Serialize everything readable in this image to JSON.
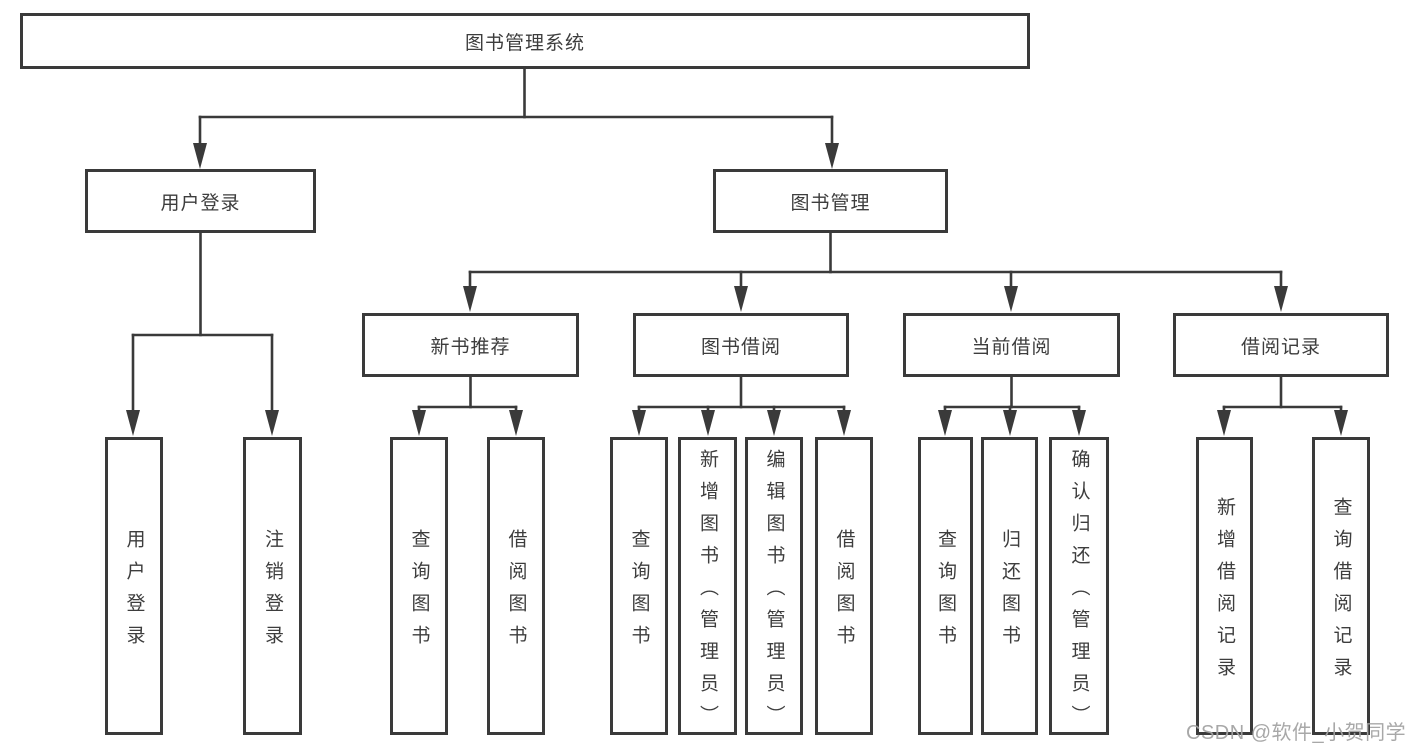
{
  "tree": {
    "root": {
      "label": "图书管理系统"
    },
    "branches": [
      {
        "label": "用户登录",
        "children": [
          {
            "label": "用户登录"
          },
          {
            "label": "注销登录"
          }
        ]
      },
      {
        "label": "图书管理",
        "children": [
          {
            "label": "新书推荐",
            "children": [
              {
                "label": "查询图书"
              },
              {
                "label": "借阅图书"
              }
            ]
          },
          {
            "label": "图书借阅",
            "children": [
              {
                "label": "查询图书"
              },
              {
                "label": "新增图书（管理员）"
              },
              {
                "label": "编辑图书（管理员）"
              },
              {
                "label": "借阅图书"
              }
            ]
          },
          {
            "label": "当前借阅",
            "children": [
              {
                "label": "查询图书"
              },
              {
                "label": "归还图书"
              },
              {
                "label": "确认归还（管理员）"
              }
            ]
          },
          {
            "label": "借阅记录",
            "children": [
              {
                "label": "新增借阅记录"
              },
              {
                "label": "查询借阅记录"
              }
            ]
          }
        ]
      }
    ]
  },
  "watermark": {
    "text": "CSDN @软件_小贺同学"
  },
  "colors": {
    "line": "#3a3a3a",
    "text": "#3d3d3d",
    "watermark": "#a3a3a3",
    "background": "#ffffff"
  }
}
